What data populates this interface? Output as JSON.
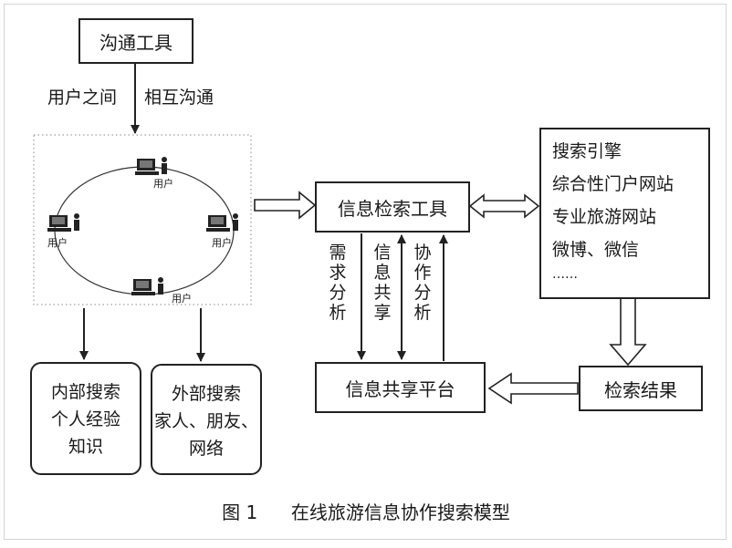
{
  "diagram": {
    "comm_tools": "沟通工具",
    "between_users": "用户之间",
    "mutual_comm": "相互沟通",
    "user_label": "用户",
    "retrieval_tool": "信息检索工具",
    "needs_analysis": "需求分析",
    "info_sharing": "信息共享",
    "collab_analysis": "协作分析",
    "sharing_platform": "信息共享平台",
    "sources": [
      "搜索引擎",
      "综合性门户网站",
      "专业旅游网站",
      "微博、微信",
      "……"
    ],
    "results": "检索结果",
    "internal": [
      "内部搜索",
      "个人经验",
      "知识"
    ],
    "external": [
      "外部搜索",
      "家人、朋友、",
      "网络"
    ]
  },
  "caption": {
    "label": "图 1",
    "title": "在线旅游信息协作搜索模型"
  },
  "icons": {
    "user_device": "computer-user-icon"
  }
}
